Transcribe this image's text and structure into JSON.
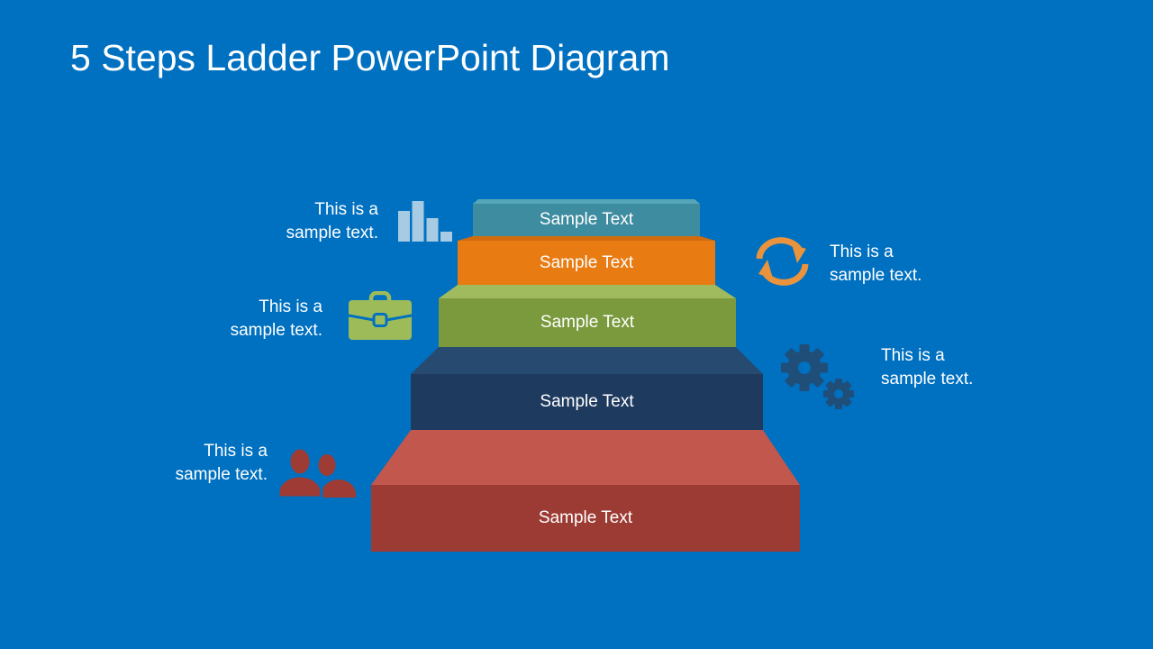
{
  "slide": {
    "title": "5 Steps Ladder PowerPoint Diagram",
    "background_color": "#0070C0",
    "text_color": "#FFFFFF"
  },
  "steps": [
    {
      "label": "Sample Text",
      "front_color": "#3E8CA0",
      "top_color": "#55A7B8"
    },
    {
      "label": "Sample Text",
      "front_color": "#E87B12",
      "top_color": "#D06C0E"
    },
    {
      "label": "Sample Text",
      "front_color": "#7B9A3D",
      "top_color": "#A0BA5E"
    },
    {
      "label": "Sample Text",
      "front_color": "#1F3A5F",
      "top_color": "#274A70"
    },
    {
      "label": "Sample Text",
      "front_color": "#9C3B33",
      "top_color": "#C1574D"
    }
  ],
  "annotations": [
    {
      "icon": "bar-chart-icon",
      "icon_color": "#A6CBE2",
      "lines": [
        "This is a",
        "sample text."
      ]
    },
    {
      "icon": "briefcase-icon",
      "icon_color": "#9DBC59",
      "lines": [
        "This is a",
        "sample text."
      ]
    },
    {
      "icon": "people-icon",
      "icon_color": "#9E3B34",
      "lines": [
        "This is a",
        "sample text."
      ]
    },
    {
      "icon": "cycle-arrows-icon",
      "icon_color": "#E9943D",
      "lines": [
        "This is a",
        "sample text."
      ]
    },
    {
      "icon": "gears-icon",
      "icon_color": "#1F4E79",
      "lines": [
        "This is a",
        "sample text."
      ]
    }
  ]
}
